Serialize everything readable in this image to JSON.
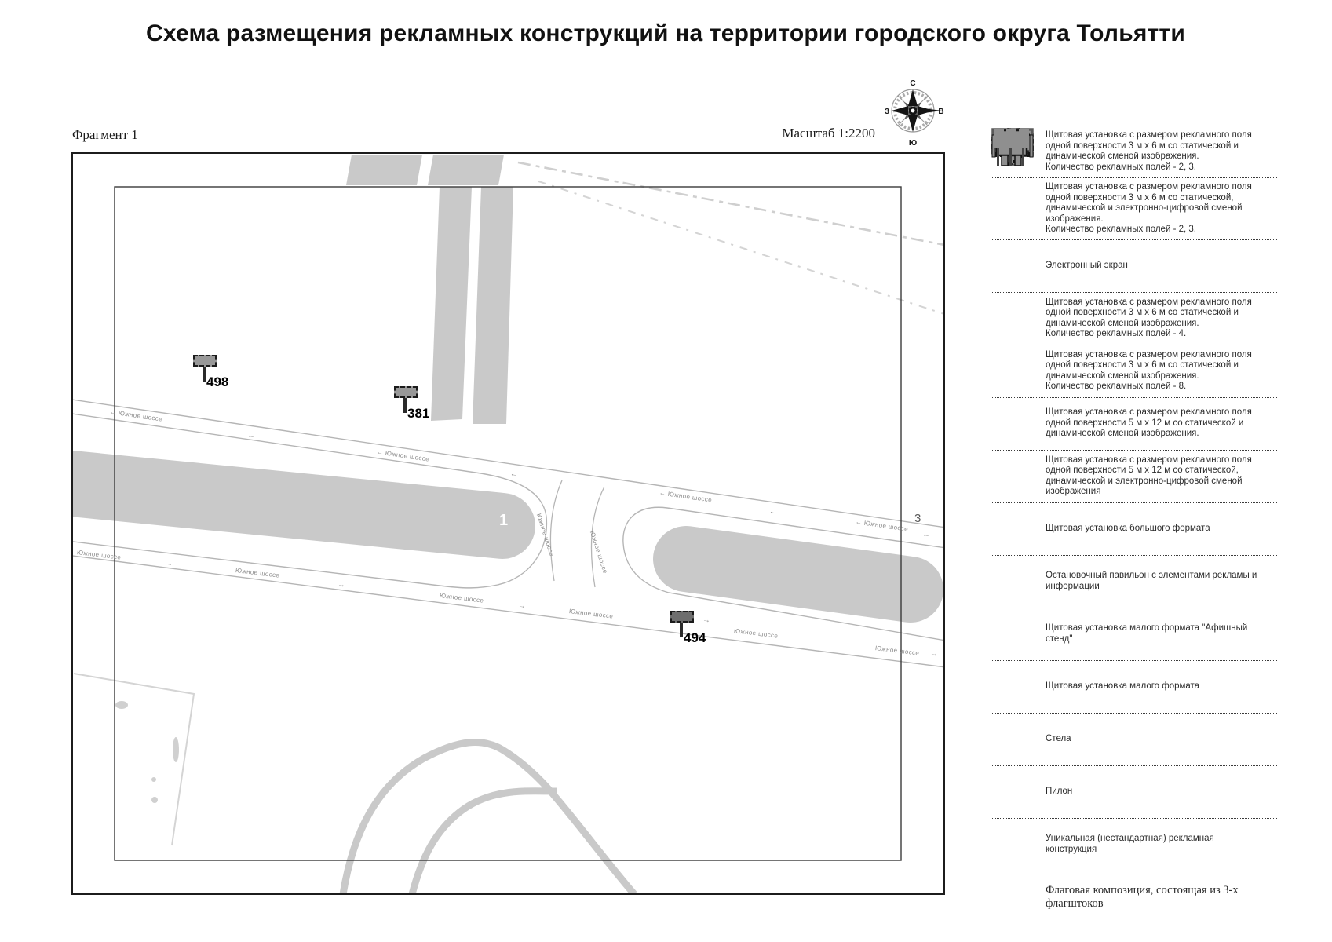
{
  "title": "Схема размещения рекламных конструкций на территории городского округа Тольятти",
  "map": {
    "fragment_label": "Фрагмент 1",
    "scale_label": "Масштаб 1:2200",
    "road_name": "Южное шоссе",
    "arrow_left": "←",
    "arrow_right": "→",
    "zones": [
      {
        "text": "1"
      },
      {
        "text": "3"
      }
    ],
    "markers": [
      {
        "label": "498"
      },
      {
        "label": "381"
      },
      {
        "label": "494"
      }
    ],
    "compass": {
      "north": "С",
      "south": "Ю",
      "west": "З",
      "east": "В"
    }
  },
  "legend": {
    "items": [
      {
        "icon": "billboard-3x6-static-icon",
        "text": "Щитовая установка с размером рекламного поля\nодной поверхности 3 м х 6 м со статической и\nдинамической сменой изображения.\nКоличество рекламных полей - 2, 3."
      },
      {
        "icon": "billboard-3x6-digital-icon",
        "text": "Щитовая установка с размером рекламного поля\nодной поверхности 3 м х 6 м со статической,\nдинамической и электронно-цифровой сменой\nизображения.\nКоличество рекламных полей - 2, 3."
      },
      {
        "icon": "electronic-screen-icon",
        "text": "Электронный экран"
      },
      {
        "icon": "billboard-4-fields-icon",
        "text": "Щитовая установка с размером рекламного поля\nодной поверхности 3 м х 6 м со статической и\nдинамической сменой изображения.\nКоличество рекламных полей - 4."
      },
      {
        "icon": "billboard-8-fields-icon",
        "text": "Щитовая установка с размером рекламного поля\nодной поверхности 3 м х 6 м со статической и\nдинамической сменой изображения.\nКоличество рекламных полей - 8."
      },
      {
        "icon": "billboard-5x12-static-icon",
        "text": "Щитовая установка с размером рекламного поля\nодной поверхности 5 м х 12 м со статической и\nдинамической сменой изображения."
      },
      {
        "icon": "billboard-5x12-digital-icon",
        "text": "Щитовая установка с размером рекламного поля\nодной поверхности 5 м х 12 м со статической,\nдинамической и электронно-цифровой сменой\nизображения"
      },
      {
        "icon": "large-format-billboard-icon",
        "text": "Щитовая установка большого формата"
      },
      {
        "icon": "bus-pavilion-icon",
        "text": "Остановочный павильон с элементами рекламы и\nинформации"
      },
      {
        "icon": "poster-stand-icon",
        "text": "Щитовая установка малого формата \"Афишный\nстенд\""
      },
      {
        "icon": "small-format-billboard-icon",
        "text": "Щитовая установка малого формата"
      },
      {
        "icon": "stela-icon",
        "text": "Стела"
      },
      {
        "icon": "pylon-icon",
        "text": "Пилон"
      },
      {
        "icon": "unique-construction-icon",
        "text": "Уникальная (нестандартная) рекламная\nконструкция"
      },
      {
        "icon": "flag-composition-icon",
        "text": "Флаговая композиция, состоящая из 3-х\nфлагштоков"
      }
    ]
  },
  "colors": {
    "road_fill": "#c9c9c9",
    "road_line": "#b5b5b5",
    "icon_gray": "#8f8f8f",
    "ink": "#141414"
  }
}
